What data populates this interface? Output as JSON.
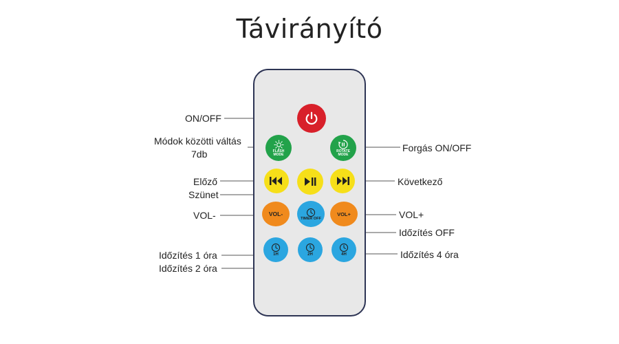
{
  "title": "Távirányító",
  "remote": {
    "buttons": {
      "power": {
        "icon": "power-icon",
        "color": "#d8202a"
      },
      "flash": {
        "icon": "sun-icon",
        "text": "FLASH\nMODE",
        "color": "#22a24a"
      },
      "rotate": {
        "icon": "rotate-icon",
        "text": "ROTATE\nMODE",
        "color": "#22a24a"
      },
      "prev": {
        "icon": "previous-icon",
        "color": "#f6df19"
      },
      "play": {
        "icon": "play-pause-icon",
        "color": "#f6df19"
      },
      "next": {
        "icon": "next-icon",
        "color": "#f6df19"
      },
      "vol_down": {
        "text": "VOL-",
        "color": "#f08a1d"
      },
      "timer_off": {
        "icon": "clock-icon",
        "text": "TIMER OFF",
        "color": "#2ba6e0"
      },
      "vol_up": {
        "text": "VOL+",
        "color": "#f08a1d"
      },
      "t1h": {
        "icon": "clock-icon",
        "text": "1H",
        "color": "#2ba6e0"
      },
      "t2h": {
        "icon": "clock-icon",
        "text": "2H",
        "color": "#2ba6e0"
      },
      "t4h": {
        "icon": "clock-icon",
        "text": "4H",
        "color": "#2ba6e0"
      }
    }
  },
  "labels": {
    "on_off": "ON/OFF",
    "mode_switch_line1": "Módok közötti váltás",
    "mode_switch_line2": "7db",
    "prev": "Előző",
    "pause": "Szünet",
    "vol_down": "VOL-",
    "timer_1h": "Időzítés 1 óra",
    "timer_2h": "Időzítés 2 óra",
    "rotate": "Forgás ON/OFF",
    "next": "Következő",
    "vol_up": "VOL+",
    "timer_off": "Időzítés OFF",
    "timer_4h": "Időzítés 4 óra"
  },
  "colors": {
    "remote_border": "#2d3454",
    "remote_body": "#e8e8e8",
    "leader_line": "#555555"
  }
}
